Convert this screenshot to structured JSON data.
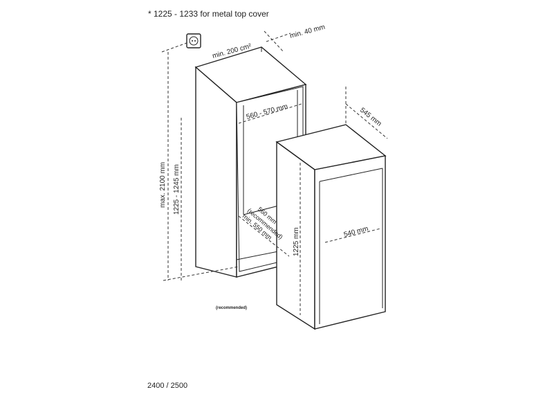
{
  "notes": {
    "top_note": "* 1225 - 1233  for metal top cover",
    "footer": "2400 / 2500",
    "recommended_small": "(recommended)"
  },
  "dimensions": {
    "min_gap": "min. 40 mm",
    "vent_area": "min. 200 cm²",
    "niche_width": "560 - 570 mm",
    "appliance_depth": "545 mm",
    "max_height": "max. 2100 mm",
    "niche_height": "1225 - 1245 mm",
    "niche_depth_line1": "560 mm",
    "niche_depth_line2": "(recommended)",
    "niche_depth_line3": "min. 550 mm",
    "appliance_height": "1225 mm",
    "appliance_width": "540 mm"
  }
}
